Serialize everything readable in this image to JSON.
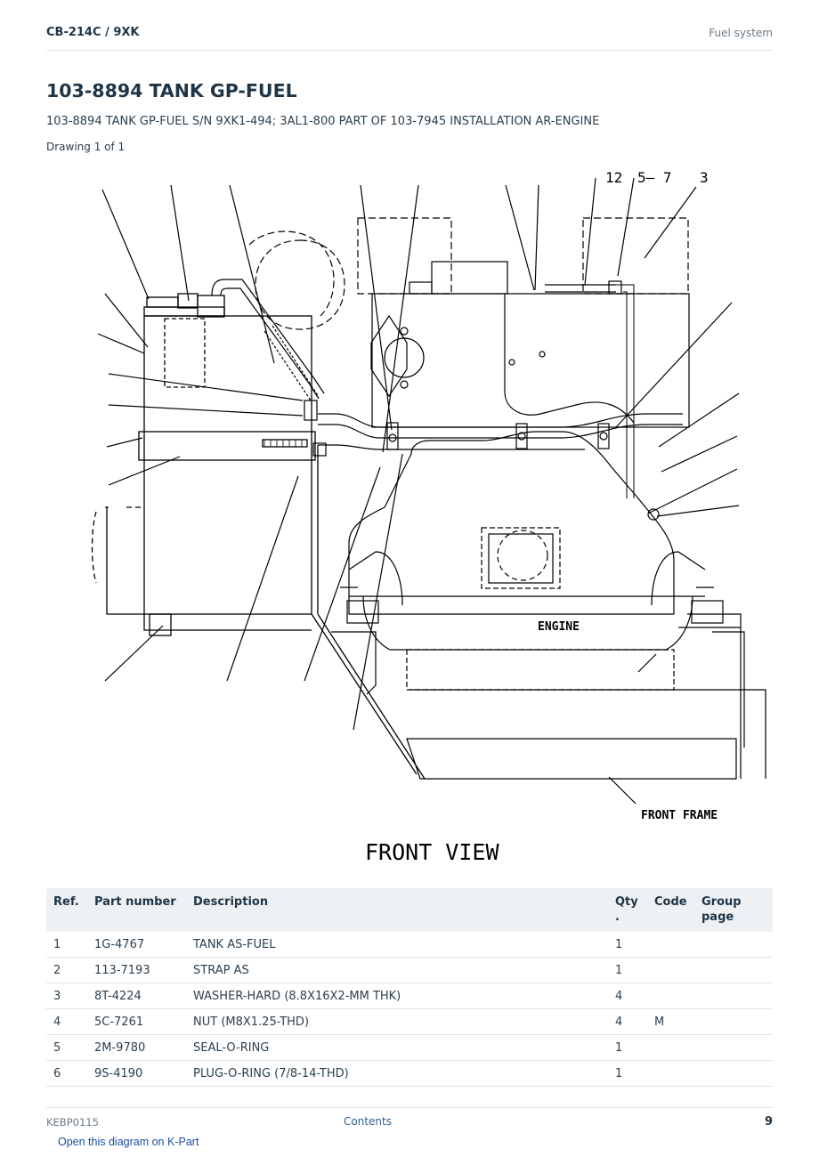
{
  "header": {
    "model": "CB-214C  /  9XK",
    "section": "Fuel system"
  },
  "title": "103-8894 TANK GP-FUEL",
  "subtitle": "103-8894 TANK GP-FUEL S/N 9XK1-494; 3AL1-800 PART OF 103-7945 INSTALLATION AR-ENGINE",
  "drawing_count": "Drawing 1 of 1",
  "diagram": {
    "callouts": {
      "c12": "12",
      "c57": "5– 7",
      "c3": "3"
    },
    "engine_label": "ENGINE",
    "frame_label": "FRONT FRAME",
    "view_label": "FRONT  VIEW"
  },
  "table": {
    "headers": {
      "ref": "Ref.",
      "part": "Part number",
      "desc": "Description",
      "qty": "Qty\n.",
      "code": "Code",
      "group": "Group\npage"
    },
    "rows": [
      {
        "ref": "1",
        "part": "1G-4767",
        "desc": "TANK AS-FUEL",
        "qty": "1",
        "code": "",
        "group": ""
      },
      {
        "ref": "2",
        "part": "113-7193",
        "desc": "STRAP AS",
        "qty": "1",
        "code": "",
        "group": ""
      },
      {
        "ref": "3",
        "part": "8T-4224",
        "desc": "WASHER-HARD (8.8X16X2-MM THK)",
        "qty": "4",
        "code": "",
        "group": ""
      },
      {
        "ref": "4",
        "part": "5C-7261",
        "desc": "NUT (M8X1.25-THD)",
        "qty": "4",
        "code": "M",
        "group": ""
      },
      {
        "ref": "5",
        "part": "2M-9780",
        "desc": "SEAL-O-RING",
        "qty": "1",
        "code": "",
        "group": ""
      },
      {
        "ref": "6",
        "part": "9S-4190",
        "desc": "PLUG-O-RING (7/8-14-THD)",
        "qty": "1",
        "code": "",
        "group": ""
      }
    ]
  },
  "footer": {
    "doc_id": "KEBP0115",
    "contents_link": "Contents",
    "page_number": "9"
  },
  "open_link": "Open this diagram on K-Part"
}
